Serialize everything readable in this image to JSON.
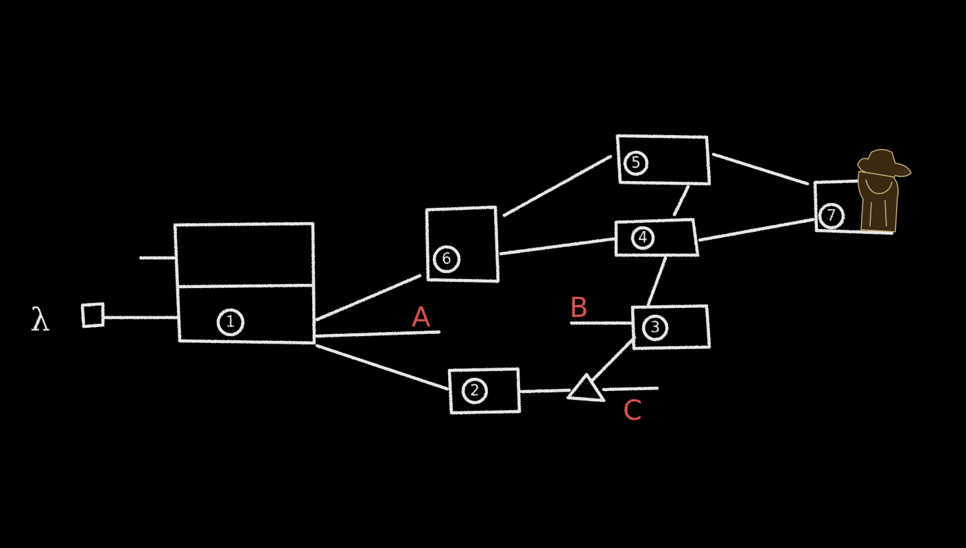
{
  "diagram": {
    "input_symbol": "λ",
    "nodes": [
      {
        "id": "1",
        "label": "1"
      },
      {
        "id": "2",
        "label": "2"
      },
      {
        "id": "3",
        "label": "3"
      },
      {
        "id": "4",
        "label": "4"
      },
      {
        "id": "5",
        "label": "5"
      },
      {
        "id": "6",
        "label": "6"
      },
      {
        "id": "7",
        "label": "7"
      }
    ],
    "outputs": {
      "a": "A",
      "b": "B",
      "c": "C"
    },
    "colors": {
      "stroke": "#e8e8e8",
      "label_red": "#d9534f",
      "character": "#3a2a12"
    },
    "character_icon": "cowboy-character"
  }
}
